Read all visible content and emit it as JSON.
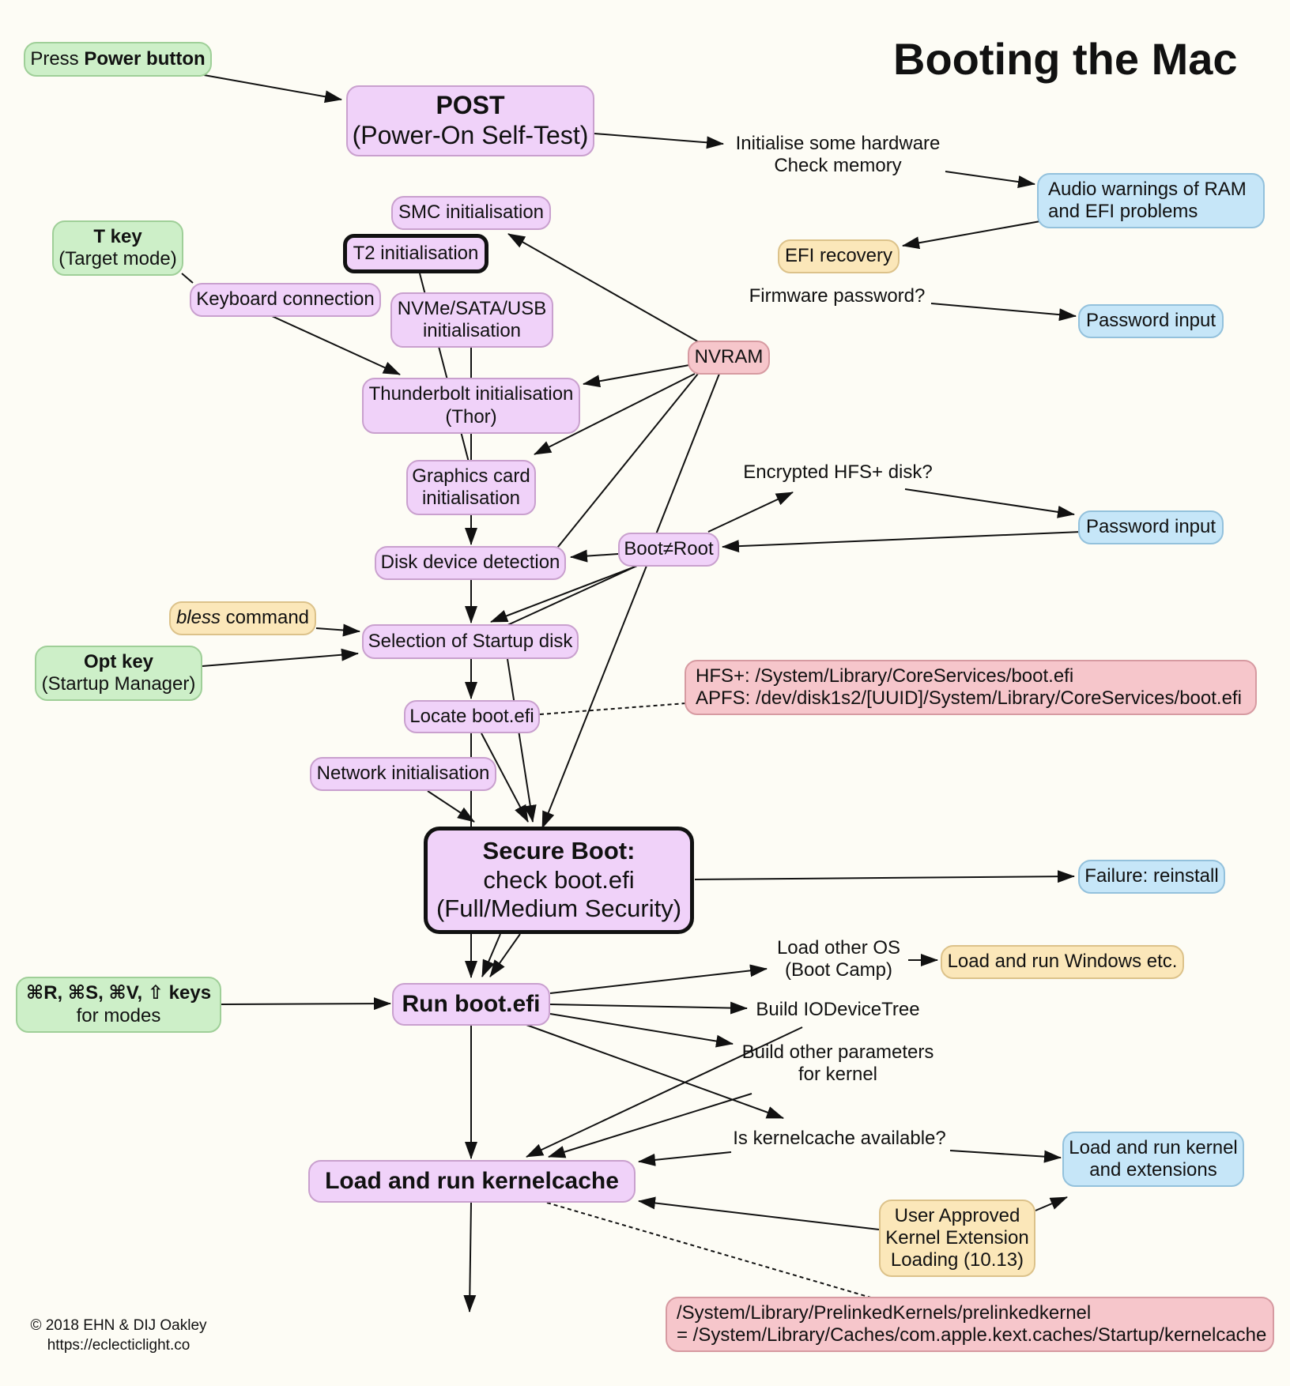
{
  "title": "Booting the Mac",
  "colors": {
    "background": "#fdfcf5",
    "pink": "#f0d2f9",
    "green": "#cdefc8",
    "blue": "#c6e6f8",
    "tan": "#fbe7b9",
    "red": "#f6c6cb"
  },
  "nodes": {
    "press_power": {
      "pre": "Press ",
      "bold": "Power button"
    },
    "post": {
      "line1": "POST",
      "line2": "(Power-On Self-Test)"
    },
    "init_hw": {
      "line1": "Initialise some hardware",
      "line2": "Check memory"
    },
    "audio_warnings": {
      "line1": "Audio warnings of RAM",
      "line2": "and EFI problems"
    },
    "efi_recovery": "EFI recovery",
    "firmware_password": "Firmware password?",
    "password_input_1": "Password input",
    "smc": "SMC initialisation",
    "t2": "T2 initialisation",
    "t_key": {
      "line1": "T key",
      "line2": "(Target mode)"
    },
    "keyboard": "Keyboard connection",
    "nvme": {
      "line1": "NVMe/SATA/USB",
      "line2": "initialisation"
    },
    "nvram": "NVRAM",
    "thunderbolt": {
      "line1": "Thunderbolt initialisation",
      "line2": "(Thor)"
    },
    "graphics": {
      "line1": "Graphics card",
      "line2": "initialisation"
    },
    "encrypted_hfs": "Encrypted HFS+ disk?",
    "password_input_2": "Password input",
    "boot_root": "Boot≠Root",
    "disk_detection": "Disk device detection",
    "bless": {
      "italic": "bless",
      "rest": " command"
    },
    "opt_key": {
      "line1": "Opt key",
      "line2": "(Startup Manager)"
    },
    "selection": "Selection of Startup disk",
    "boot_efi_paths": {
      "line1": "HFS+: /System/Library/CoreServices/boot.efi",
      "line2": "APFS: /dev/disk1s2/[UUID]/System/Library/CoreServices/boot.efi"
    },
    "locate": "Locate boot.efi",
    "network": "Network initialisation",
    "secure_boot": {
      "line1": "Secure Boot:",
      "line2": "check boot.efi",
      "line3": "(Full/Medium Security)"
    },
    "failure": "Failure: reinstall",
    "load_other_os": {
      "line1": "Load other OS",
      "line2": "(Boot Camp)"
    },
    "windows": "Load and run Windows etc.",
    "mode_keys": {
      "line1": "⌘R, ⌘S, ⌘V, ⇧ keys",
      "line2": "for modes"
    },
    "run_boot_efi": "Run boot.efi",
    "iodevicetree": "Build IODeviceTree",
    "other_params": {
      "line1": "Build other parameters",
      "line2": "for kernel"
    },
    "kernelcache_available": "Is kernelcache available?",
    "load_kernel_ext": {
      "line1": "Load and run kernel",
      "line2": "and extensions"
    },
    "load_kernelcache": "Load and run kernelcache",
    "user_approved": {
      "line1": "User Approved",
      "line2": "Kernel Extension",
      "line3": "Loading (10.13)"
    },
    "prelinked": {
      "line1": "/System/Library/PrelinkedKernels/prelinkedkernel",
      "line2": "= /System/Library/Caches/com.apple.kext.caches/Startup/kernelcache"
    }
  },
  "footer": {
    "copyright": "© 2018 EHN & DIJ Oakley",
    "url": "https://eclecticlight.co"
  }
}
